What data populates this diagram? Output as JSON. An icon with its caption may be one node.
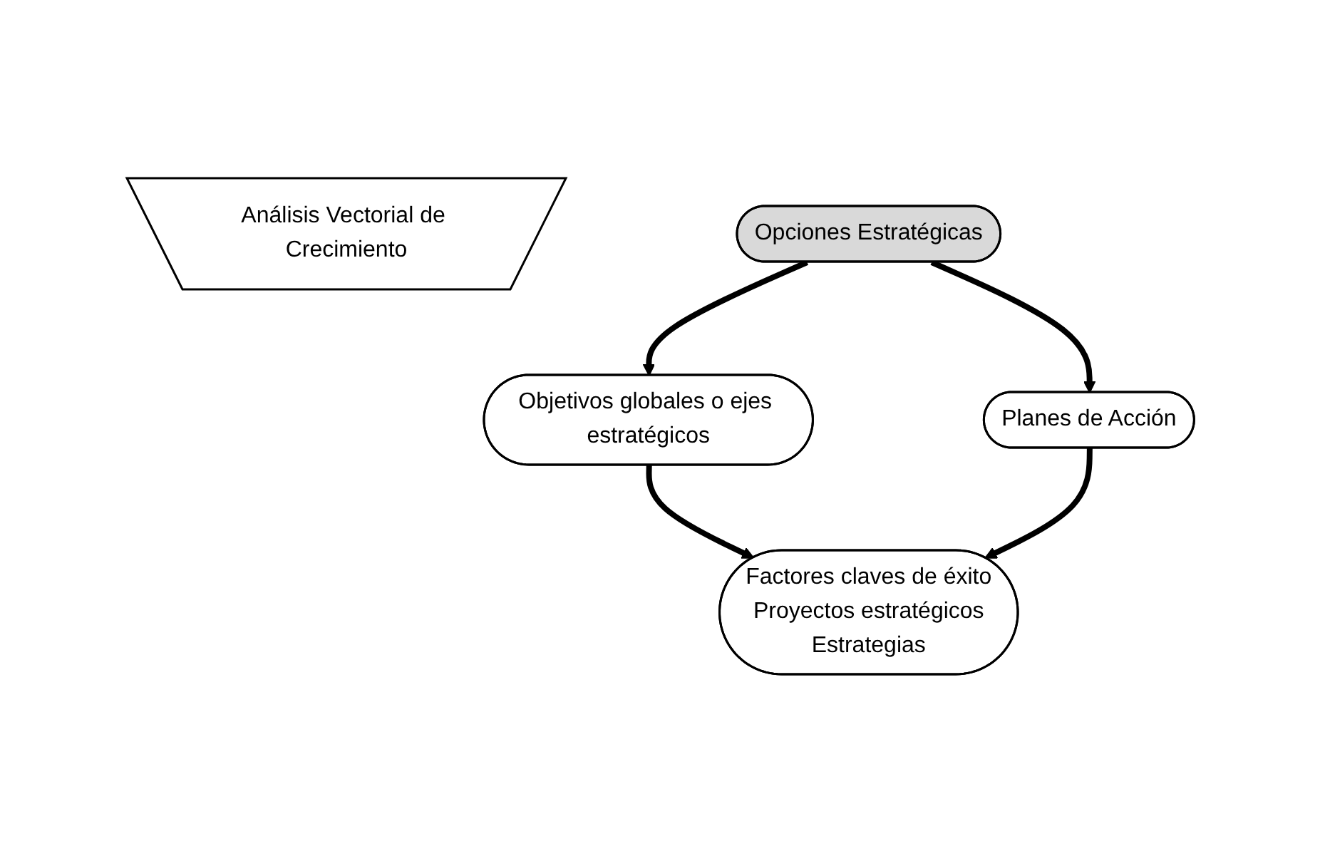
{
  "diagram": {
    "nodes": [
      {
        "text": [
          "Análisis Vectorial de Crecimiento"
        ]
      },
      {
        "text": [
          "Opciones Estratégicas"
        ]
      },
      {
        "text": [
          "Objetivos globales o ejes estratégicos"
        ]
      },
      {
        "text": [
          "Planes de Acción"
        ]
      },
      {
        "text": [
          "Factores claves de éxito",
          "Proyectos estratégicos",
          "Estrategias"
        ]
      }
    ],
    "edges": [
      {
        "from": 1,
        "to": 2,
        "arrow": "to"
      },
      {
        "from": 1,
        "to": 3,
        "arrow": "to"
      },
      {
        "from": 2,
        "to": 4,
        "arrow": "to"
      },
      {
        "from": 3,
        "to": 4,
        "arrow": "to"
      }
    ]
  }
}
